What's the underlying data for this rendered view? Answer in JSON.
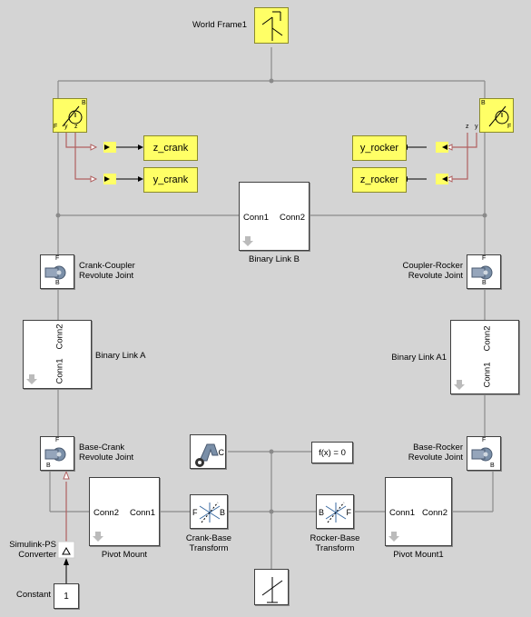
{
  "blocks": {
    "world_frame": "World Frame1",
    "z_crank": "z_crank",
    "y_crank": "y_crank",
    "y_rocker": "y_rocker",
    "z_rocker": "z_rocker",
    "binary_link_b": "Binary Link B",
    "crank_coupler": "Crank-Coupler\nRevolute Joint",
    "coupler_rocker": "Coupler-Rocker\nRevolute Joint",
    "binary_link_a": "Binary Link A",
    "binary_link_a1": "Binary Link A1",
    "base_crank": "Base-Crank\nRevolute Joint",
    "base_rocker": "Base-Rocker\nRevolute Joint",
    "pivot_mount": "Pivot Mount",
    "pivot_mount1": "Pivot Mount1",
    "crank_base_transform": "Crank-Base\nTransform",
    "rocker_base_transform": "Rocker-Base\nTransform",
    "simulink_ps": "Simulink-PS\nConverter",
    "constant": "Constant",
    "constant_value": "1",
    "fx": "f(x) = 0"
  },
  "ports": {
    "conn1": "Conn1",
    "conn2": "Conn2",
    "B": "B",
    "F": "F",
    "C": "C",
    "y": "y",
    "z": "z"
  },
  "colors": {
    "background": "#d4d4d4",
    "yellow_block": "#ffff66",
    "physical_line": "#808080",
    "signal_line": "#a05050"
  }
}
